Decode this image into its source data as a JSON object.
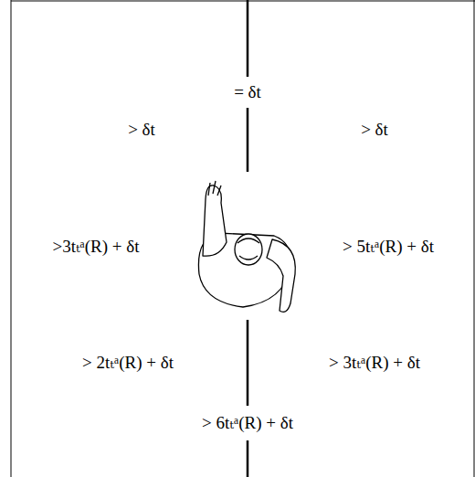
{
  "diagram": {
    "labels": [
      "= δt",
      "> δt",
      "> δt",
      ">3tₜᵃ(R) + δt",
      "> 5tₜᵃ(R) + δt",
      "> 2tₜᵃ(R) + δt",
      "> 3tₜᵃ(R) + δt",
      "> 6tₜᵃ(R) + δt"
    ]
  }
}
